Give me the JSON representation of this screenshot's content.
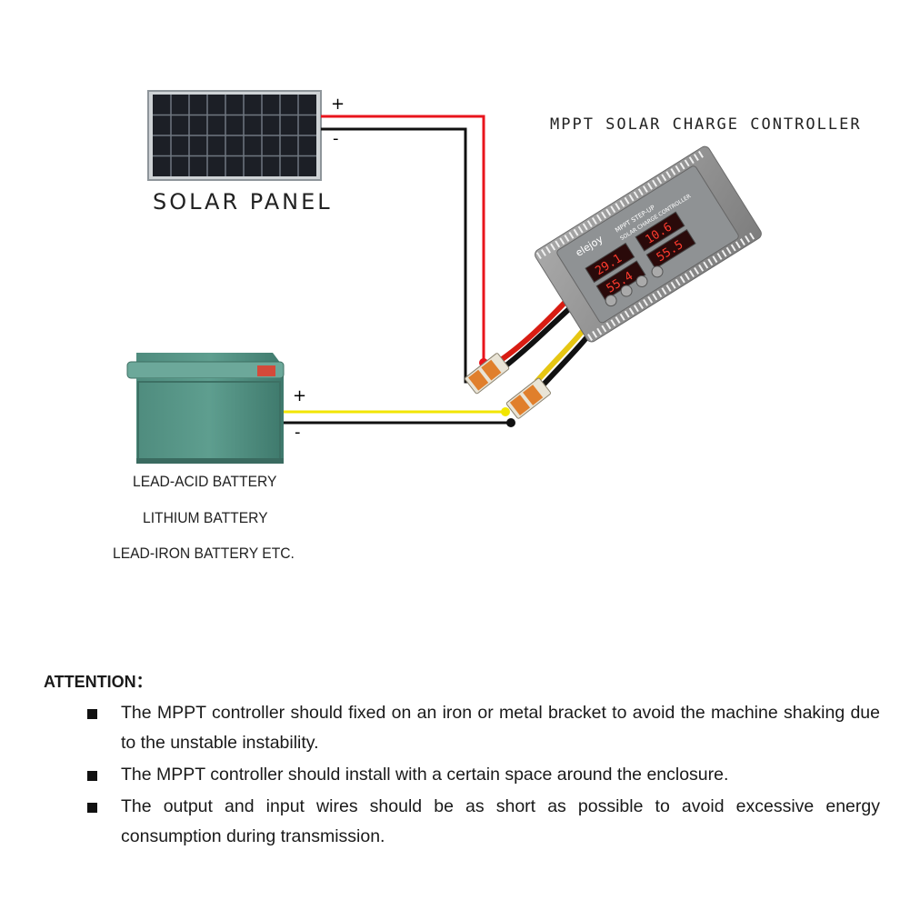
{
  "diagram": {
    "solar_panel_label": "SOLAR PANEL",
    "controller_label": "MPPT SOLAR CHARGE CONTROLLER",
    "controller_brand": "elejoy",
    "controller_model": "MPPT STEP-UP",
    "controller_subtitle": "SOLAR CHARGE CONTROLLER",
    "display_values": [
      "29.1",
      "10.6",
      "55.4",
      "55.5"
    ],
    "panel_plus": "+",
    "panel_minus": "-",
    "battery_plus": "+",
    "battery_minus": "-",
    "battery_types": [
      "LEAD-ACID BATTERY",
      "LITHIUM BATTERY",
      "LEAD-IRON BATTERY ETC."
    ],
    "wire_colors": {
      "positive_panel": "#e8141c",
      "negative": "#111111",
      "positive_battery": "#f2e600",
      "controller_red": "#d81c12"
    }
  },
  "attention": {
    "title": "ATTENTION：",
    "items": [
      "The MPPT controller should fixed on an iron or metal bracket to avoid the machine shaking due to the unstable instability.",
      "The MPPT controller should install with a certain space around the enclosure.",
      "The output and input wires should be as short as possible to avoid excessive energy consumption during transmission."
    ]
  }
}
